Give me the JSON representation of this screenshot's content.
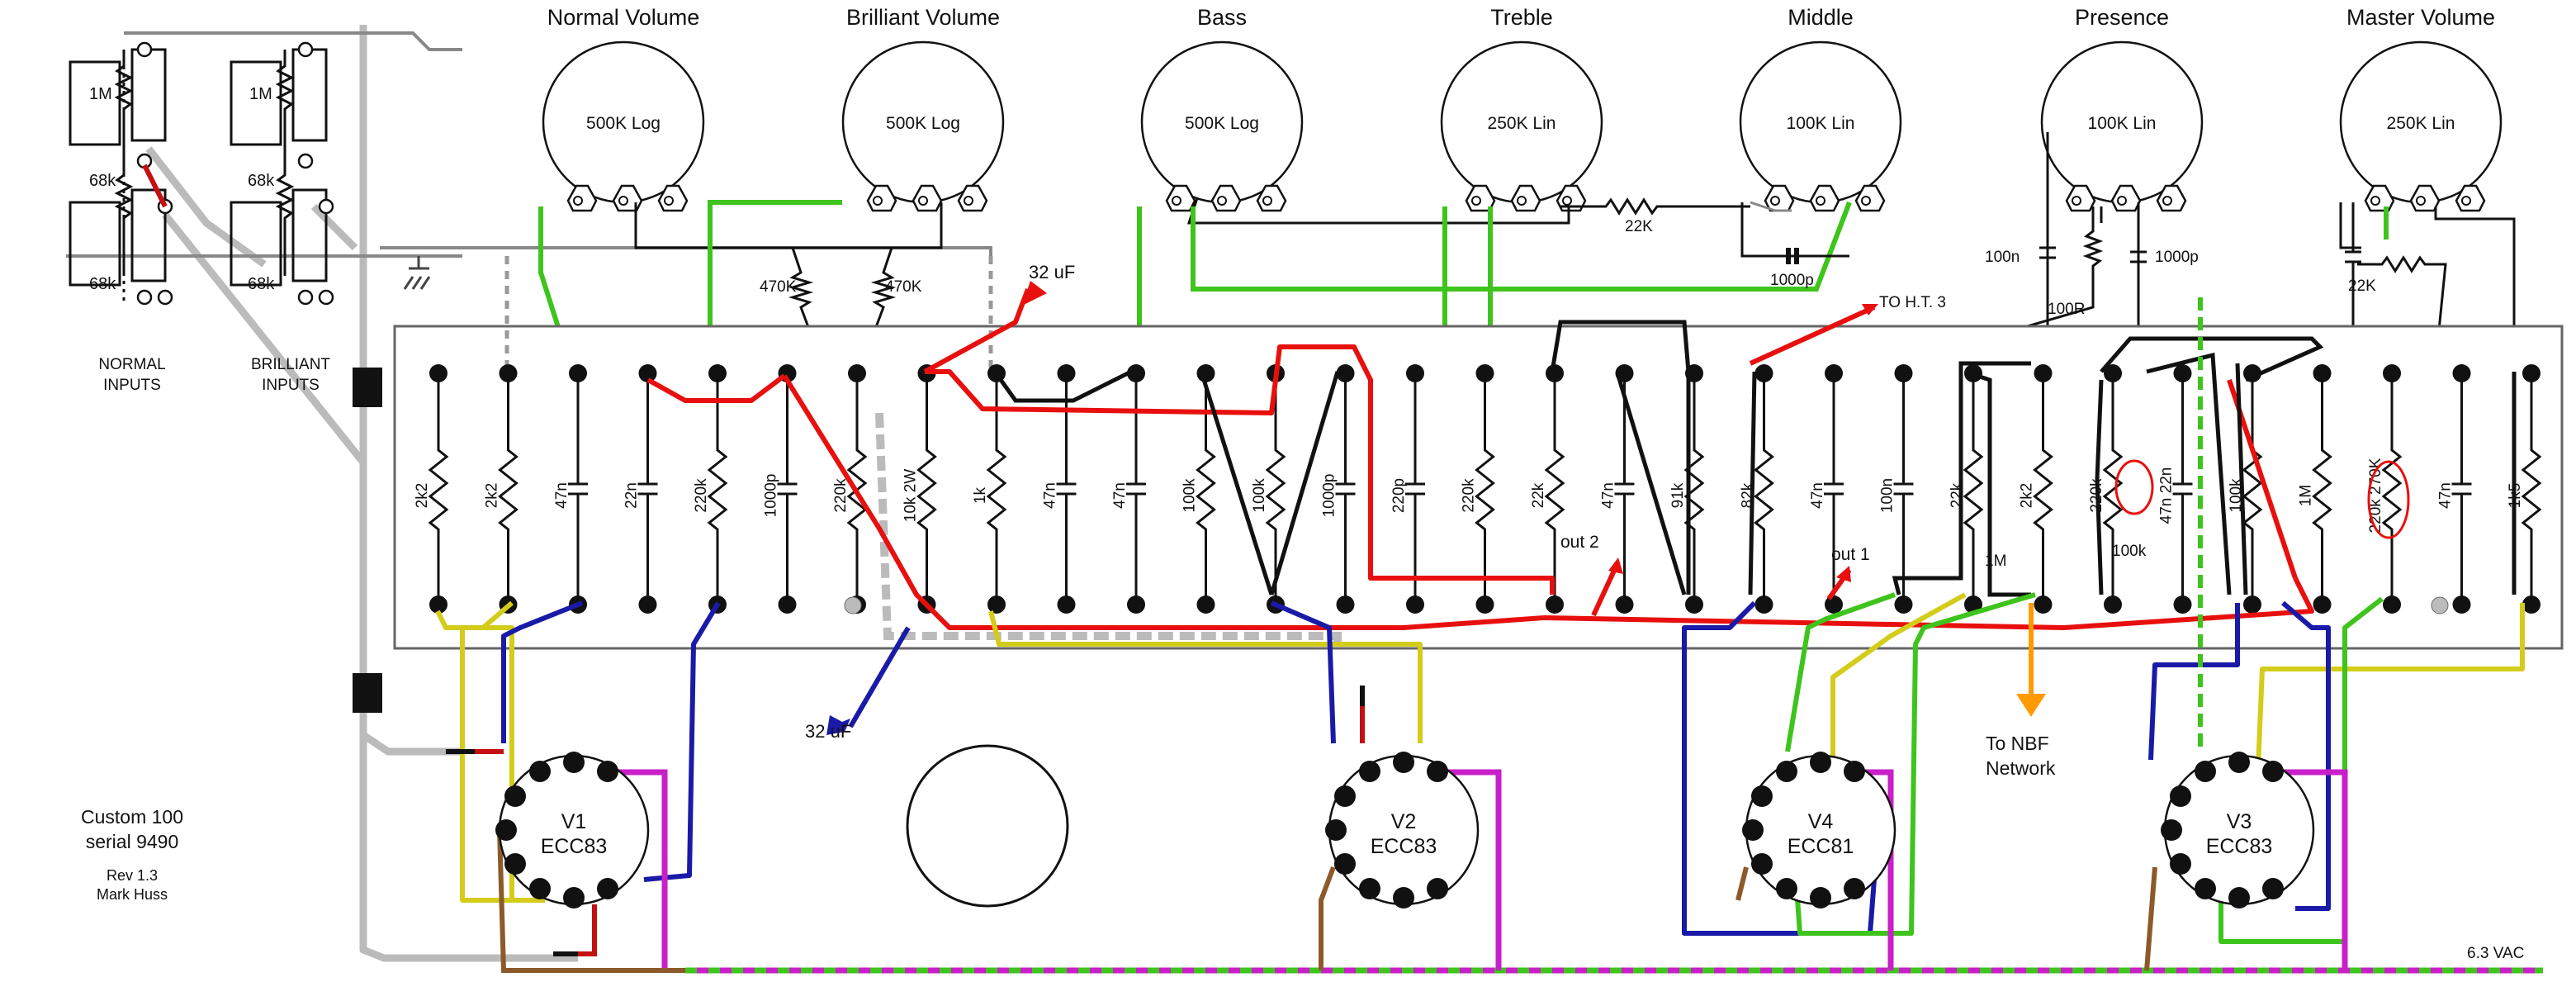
{
  "pots": [
    {
      "title": "Normal Volume",
      "value": "500K Log"
    },
    {
      "title": "Brilliant Volume",
      "value": "500K Log"
    },
    {
      "title": "Bass",
      "value": "500K Log"
    },
    {
      "title": "Treble",
      "value": "250K Lin"
    },
    {
      "title": "Middle",
      "value": "100K Lin"
    },
    {
      "title": "Presence",
      "value": "100K Lin"
    },
    {
      "title": "Master Volume",
      "value": "250K Lin"
    }
  ],
  "jacks": {
    "normal_label": "NORMAL\nINPUTS",
    "brilliant_label": "BRILLIANT\nINPUTS",
    "r1": "1M",
    "r2": "68k",
    "r3": "68k"
  },
  "board_labels": [
    "2k2",
    "2k2",
    "47n",
    "22n",
    "220k",
    "1000p",
    "220k",
    "10k 2W",
    "1k",
    "47n",
    "47n",
    "100k",
    "100k",
    "1000p",
    "220p",
    "220k",
    "22k",
    "47n",
    "91k",
    "82k",
    "47n",
    "100n",
    "22k",
    "2k2",
    "220k",
    "47n 22n",
    "100k",
    "1M",
    "220k 270K",
    "47n",
    "1k5"
  ],
  "pot_area_labels": {
    "r470a": "470K",
    "r470b": "470K",
    "r22k_mid": "22K",
    "c1000p": "1000p",
    "c100n": "100n",
    "r100r": "100R",
    "c1000p_b": "1000p",
    "r22k_mv": "22K"
  },
  "flying_labels": {
    "cap32_top": "32 uF",
    "cap32_bottom": "32 uF",
    "to_ht3": "TO H.T. 3",
    "out1": "out 1",
    "out2": "out 2",
    "r1m": "1M",
    "r100k": "100k",
    "to_nbf": "To NBF\nNetwork",
    "heater": "6.3 VAC"
  },
  "valves": [
    {
      "name": "V1",
      "type": "ECC83"
    },
    {
      "name": "V2",
      "type": "ECC83"
    },
    {
      "name": "V4",
      "type": "ECC81"
    },
    {
      "name": "V3",
      "type": "ECC83"
    }
  ],
  "credits": {
    "model": "Custom 100",
    "serial": "serial 9490",
    "rev": "Rev 1.3",
    "author": "Mark Huss"
  },
  "colors": {
    "red": "#e8100e",
    "green": "#3ec41c",
    "blue": "#1a1aa8",
    "yellow": "#d4cc1a",
    "brown": "#8b5a2b",
    "magenta": "#c81fc8",
    "grey": "#bbbbbb",
    "orange": "#ff9a00"
  }
}
